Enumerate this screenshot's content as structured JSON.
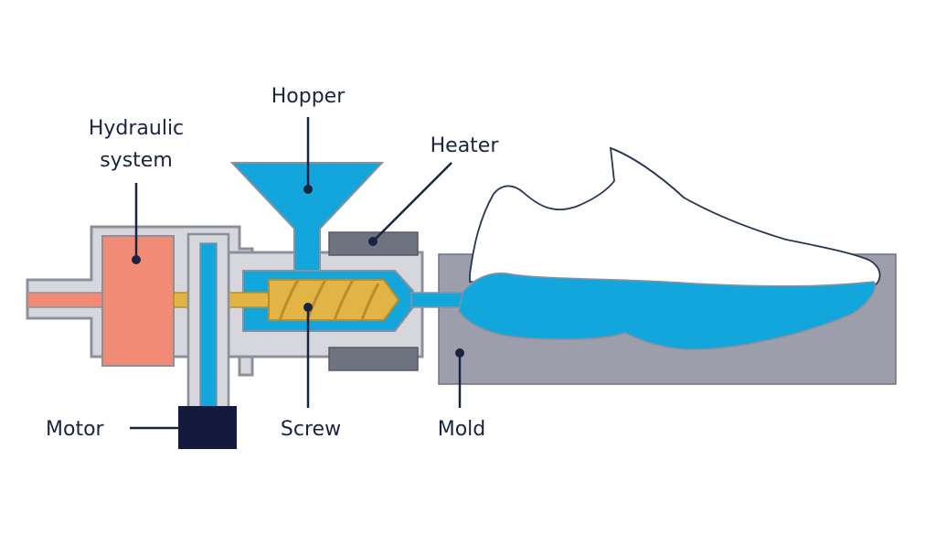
{
  "labels": {
    "hydraulic_line1": "Hydraulic",
    "hydraulic_line2": "system",
    "hopper": "Hopper",
    "heater": "Heater",
    "motor": "Motor",
    "screw": "Screw",
    "mold": "Mold"
  },
  "colors": {
    "outline": "#8d909c",
    "housing": "#d6d7dd",
    "plastic": "#12a6dd",
    "hydraulic": "#f28b75",
    "screw": "#e2b445",
    "heater": "#6f7380",
    "mold": "#9c9eab",
    "motor": "#141a3d",
    "label_text": "#1a2340",
    "shoe": "#ffffff"
  }
}
